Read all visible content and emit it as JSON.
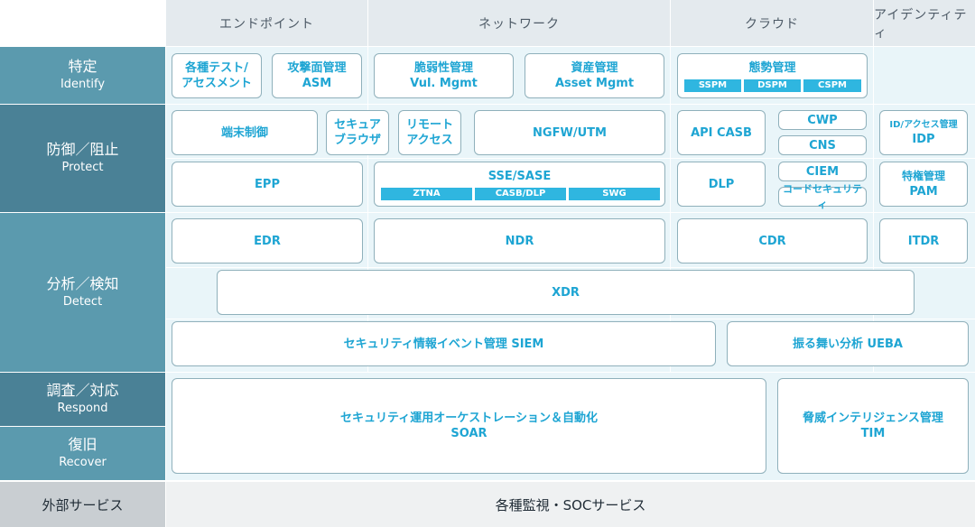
{
  "columns": [
    "エンドポイント",
    "ネットワーク",
    "クラウド",
    "アイデンティティ"
  ],
  "rows": {
    "identify": {
      "jp": "特定",
      "en": "Identify"
    },
    "protect": {
      "jp": "防御／阻止",
      "en": "Protect"
    },
    "detect": {
      "jp": "分析／検知",
      "en": "Detect"
    },
    "respond": {
      "jp": "調査／対応",
      "en": "Respond"
    },
    "recover": {
      "jp": "復旧",
      "en": "Recover"
    },
    "external": {
      "jp": "外部サービス"
    }
  },
  "identify": {
    "test": [
      "各種テスト/",
      "アセスメント"
    ],
    "asm": [
      "攻撃面管理",
      "ASM"
    ],
    "vul": [
      "脆弱性管理",
      "Vul. Mgmt"
    ],
    "asset": [
      "資産管理",
      "Asset Mgmt"
    ],
    "posture": {
      "title": "態勢管理",
      "chips": [
        "SSPM",
        "DSPM",
        "CSPM"
      ]
    }
  },
  "protect": {
    "endpoint_control": "端末制御",
    "secure_browser": [
      "セキュア",
      "ブラウザ"
    ],
    "remote_access": [
      "リモート",
      "アクセス"
    ],
    "ngfw": "NGFW/UTM",
    "api_casb": "API CASB",
    "cwp": "CWP",
    "cns": "CNS",
    "ciem": "CIEM",
    "code_security": "コードセキュリティ",
    "idp": [
      "ID/アクセス管理",
      "IDP"
    ],
    "epp": "EPP",
    "sse": {
      "title": "SSE/SASE",
      "chips": [
        "ZTNA",
        "CASB/DLP",
        "SWG"
      ]
    },
    "dlp": "DLP",
    "pam": [
      "特権管理",
      "PAM"
    ]
  },
  "detect": {
    "edr": "EDR",
    "ndr": "NDR",
    "cdr": "CDR",
    "itdr": "ITDR",
    "xdr": "XDR",
    "siem": "セキュリティ情報イベント管理 SIEM",
    "ueba": "振る舞い分析 UEBA"
  },
  "respond": {
    "soar": [
      "セキュリティ運用オーケストレーション＆自動化",
      "SOAR"
    ],
    "tim": [
      "脅威インテリジェンス管理",
      "TIM"
    ]
  },
  "external": {
    "service": "各種監視・SOCサービス"
  }
}
